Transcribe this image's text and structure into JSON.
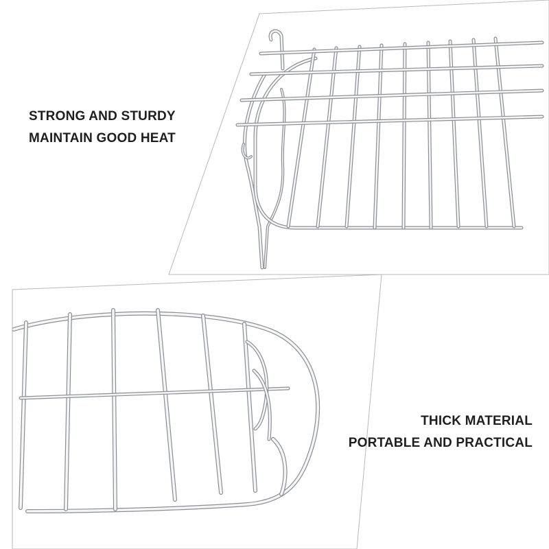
{
  "captions": {
    "top": [
      "STRONG AND STURDY",
      "MAINTAIN GOOD HEAT"
    ],
    "bottom": [
      "THICK MATERIAL",
      "PORTABLE AND PRACTICAL"
    ]
  },
  "colors": {
    "background": "#ffffff",
    "text": "#1e1e1e",
    "panel_border": "#b8b8b8",
    "wire_dark": "#8a8d92",
    "wire_light": "#f4f5f6"
  }
}
